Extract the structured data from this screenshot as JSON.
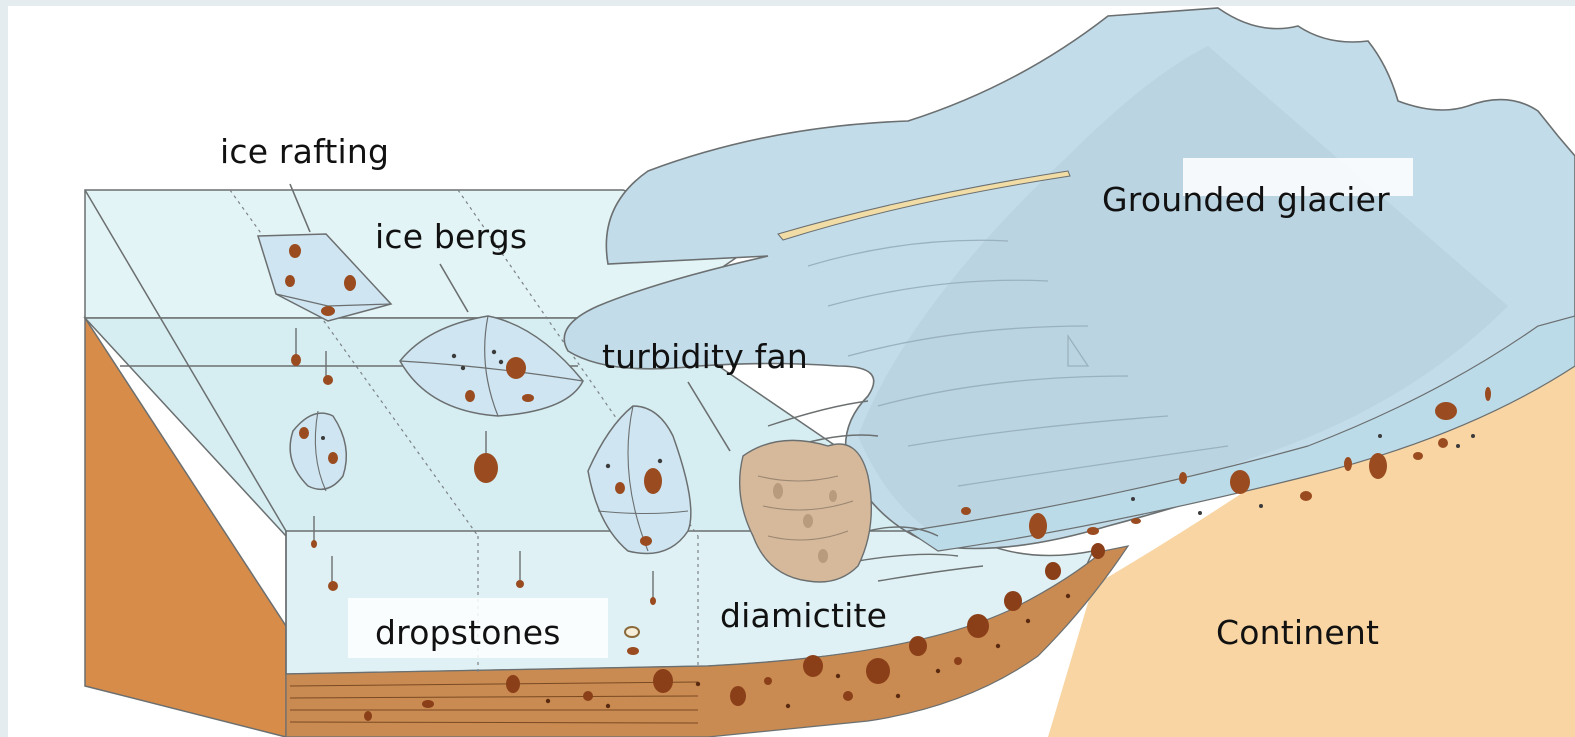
{
  "colors": {
    "water": "#d4ecf1",
    "water_dark": "#bfe0ea",
    "ice": "#cfe5f1",
    "ice_edge": "#7a8c96",
    "glacier": "#c2dcea",
    "continent": "#f8d5a3",
    "slab_side": "#d88c4a",
    "stone": "#9a4c20",
    "diamictite_fill": "#d6b99a",
    "sediment": "#c98b52",
    "line": "#6b6f70"
  },
  "labels": {
    "ice_rafting": "ice rafting",
    "ice_bergs": "ice bergs",
    "turbidity_fan": "turbidity fan",
    "grounded_glacier": "Grounded glacier",
    "dropstones": "dropstones",
    "diamictite": "diamictite",
    "continent": "Continent"
  }
}
